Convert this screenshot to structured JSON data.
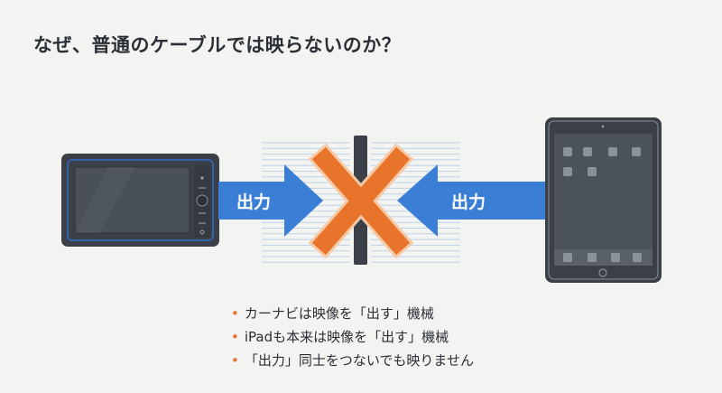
{
  "title": "なぜ、普通のケーブルでは映らないのか？",
  "left_arrow_label": "出力",
  "right_arrow_label": "出力",
  "bullets": [
    "カーナビは映像を「出す」機械",
    "iPadも本来は映像を「出す」機械",
    "「出力」同士をつないでも映りません"
  ],
  "colors": {
    "arrow": "#3a7fd5",
    "cross": "#e8732a",
    "device": "#3b4048",
    "accent": "#2f6fc4"
  }
}
